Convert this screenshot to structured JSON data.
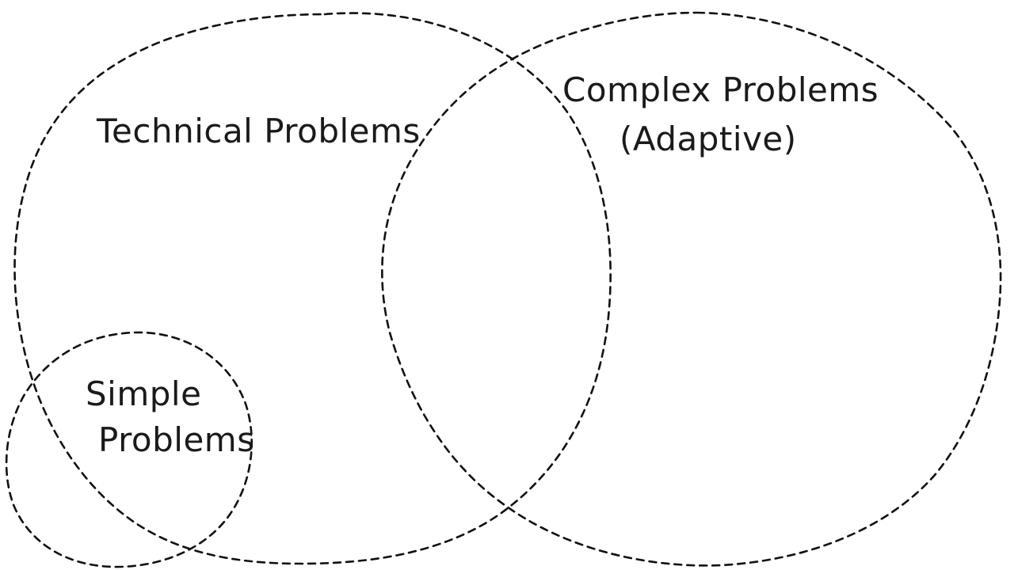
{
  "diagram": {
    "regions": [
      {
        "id": "technical",
        "label_lines": [
          "Technical Problems"
        ]
      },
      {
        "id": "complex",
        "label_lines": [
          "Complex Problems",
          "(Adaptive)"
        ]
      },
      {
        "id": "simple",
        "label_lines": [
          "Simple",
          "Problems"
        ]
      }
    ],
    "colors": {
      "stroke": "#111111",
      "text": "#1a1a1a",
      "background": "#ffffff"
    }
  }
}
